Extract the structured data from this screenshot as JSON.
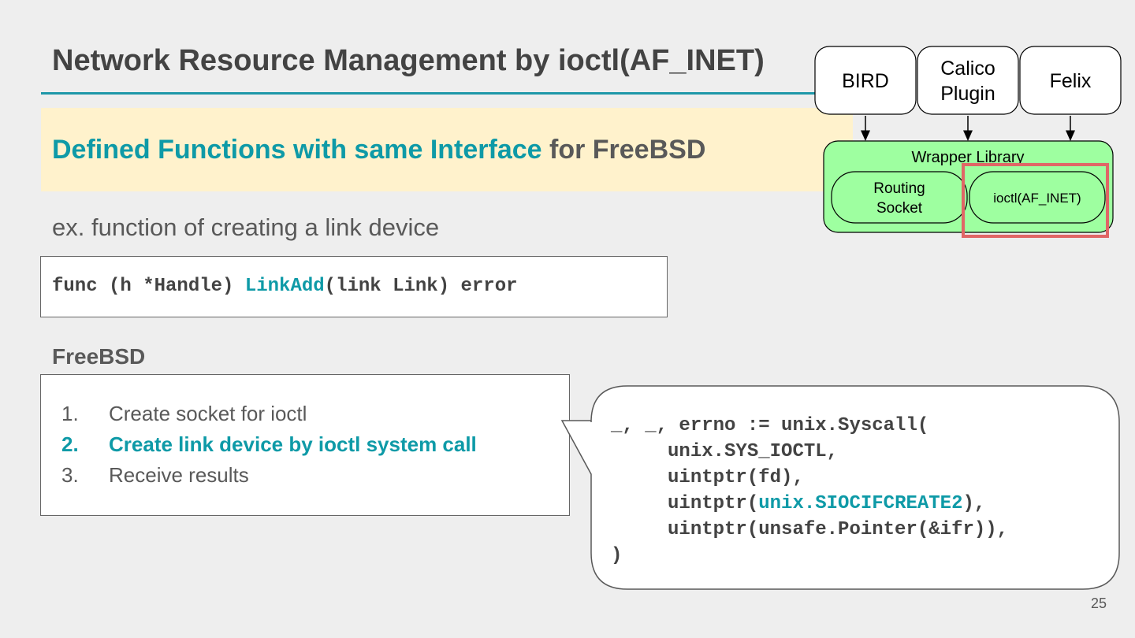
{
  "title": "Network Resource Management by ioctl(AF_INET)",
  "subtitle": {
    "highlight": "Defined Functions with same Interface",
    "rest": " for FreeBSD"
  },
  "example_text": "ex. function of creating a link device",
  "signature": {
    "prefix": "func (h *Handle) ",
    "name": "LinkAdd",
    "suffix": "(link Link) error"
  },
  "freebsd_label": "FreeBSD",
  "steps": [
    {
      "num": "1.",
      "text": "Create socket for ioctl"
    },
    {
      "num": "2.",
      "text": "Create link device by ioctl system call"
    },
    {
      "num": "3.",
      "text": "Receive results"
    }
  ],
  "syscall": {
    "line1": "_, _, errno := unix.Syscall(",
    "line2": "     unix.SYS_IOCTL,",
    "line3": "     uintptr(fd),",
    "line4_pre": "     uintptr(",
    "line4_hl": "unix.SIOCIFCREATE2",
    "line4_post": "),",
    "line5": "     uintptr(unsafe.Pointer(&ifr)),",
    "line6": ")"
  },
  "diagram": {
    "top_boxes": [
      "BIRD",
      "Calico Plugin",
      "Felix"
    ],
    "calico_line1": "Calico",
    "calico_line2": "Plugin",
    "wrapper_label": "Wrapper Library",
    "routing_line1": "Routing",
    "routing_line2": "Socket",
    "ioctl_label": "ioctl(AF_INET)"
  },
  "colors": {
    "accent": "#0e9aa7",
    "highlight_band": "#fff2cc",
    "diagram_green": "#9effa0",
    "highlight_box": "#e06666"
  },
  "page_number": "25"
}
